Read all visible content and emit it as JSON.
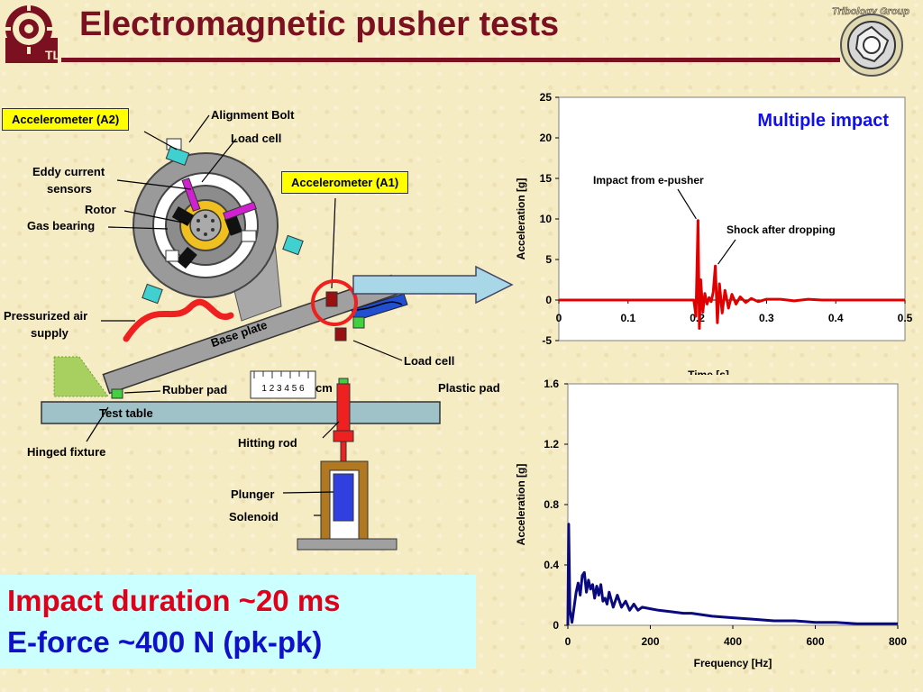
{
  "slide": {
    "title": "Electromagnetic pusher tests",
    "summary_impact": "Impact duration  ~20 ms",
    "summary_force": "E-force ~400 N (pk-pk)",
    "group_logo_text": "Tribology Group"
  },
  "diagram": {
    "labels": {
      "accel_a2": "Accelerometer (A2)",
      "accel_a1": "Accelerometer (A1)",
      "alignment_bolt": "Alignment Bolt",
      "load_cell_top": "Load cell",
      "eddy_current": "Eddy current",
      "sensors": "sensors",
      "rotor": "Rotor",
      "gas_bearing": "Gas bearing",
      "pressurized_air": "Pressurized air",
      "supply": "supply",
      "base_plate": "Base plate",
      "load_cell_bottom": "Load cell",
      "plastic_pad": "Plastic pad",
      "rubber_pad": "Rubber pad",
      "test_table": "Test table",
      "hinged_fixture": "Hinged fixture",
      "hitting_rod": "Hitting rod",
      "plunger": "Plunger",
      "solenoid": "Solenoid",
      "ruler_digits": "1 2 3 4 5 6",
      "ruler_unit": "cm"
    }
  },
  "colors": {
    "title": "#7b1020",
    "impact_text": "#e0001a",
    "force_text": "#1010c8",
    "chart_top_line": "#e00000",
    "chart_bottom_line": "#0a0a80",
    "annotation_blue": "#1010ee"
  },
  "chart_data": [
    {
      "type": "line",
      "title": "",
      "annotation_title": "Multiple impact",
      "xlabel": "Time [s]",
      "ylabel": "Acceleration [g]",
      "xlim": [
        0,
        0.5
      ],
      "ylim": [
        -5,
        25
      ],
      "x_ticks": [
        "0",
        "0.1",
        "0.2",
        "0.3",
        "0.4",
        "0.5"
      ],
      "y_ticks": [
        "-5",
        "0",
        "5",
        "10",
        "15",
        "20",
        "25"
      ],
      "annotations": [
        "Impact from e-pusher",
        "Shock after dropping"
      ],
      "series": [
        {
          "x": [
            0,
            0.195,
            0.198,
            0.201,
            0.203,
            0.205,
            0.208,
            0.211,
            0.214,
            0.217,
            0.22,
            0.223,
            0.226,
            0.229,
            0.232,
            0.236,
            0.24,
            0.245,
            0.25,
            0.256,
            0.262,
            0.27,
            0.278,
            0.288,
            0.3,
            0.32,
            0.34,
            0.36,
            0.38,
            0.4,
            0.45,
            0.5
          ],
          "y": [
            0,
            0,
            -2,
            9.8,
            -3.5,
            2.5,
            -1.5,
            0.8,
            -0.5,
            0.3,
            -0.2,
            1.0,
            4.2,
            -2.8,
            2.0,
            -1.6,
            1.2,
            -1.0,
            0.7,
            -0.5,
            0.4,
            -0.3,
            0.2,
            -0.2,
            0.1,
            0.1,
            -0.1,
            0.1,
            0,
            0,
            0,
            0
          ]
        }
      ]
    },
    {
      "type": "line",
      "title": "",
      "xlabel": "Frequency [Hz]",
      "ylabel": "Acceleration [g]",
      "xlim": [
        0,
        800
      ],
      "ylim": [
        0,
        1.6
      ],
      "x_ticks": [
        "0",
        "200",
        "400",
        "600",
        "800"
      ],
      "y_ticks": [
        "0",
        "0.4",
        "0.8",
        "1.2",
        "1.6"
      ],
      "series": [
        {
          "x": [
            0,
            2,
            5,
            10,
            15,
            20,
            25,
            30,
            35,
            40,
            45,
            50,
            55,
            60,
            65,
            70,
            75,
            80,
            85,
            90,
            95,
            100,
            110,
            120,
            130,
            140,
            150,
            160,
            170,
            180,
            200,
            220,
            250,
            280,
            300,
            350,
            400,
            450,
            500,
            550,
            600,
            650,
            700,
            750,
            800
          ],
          "y": [
            0,
            0.67,
            0.1,
            0.02,
            0.12,
            0.22,
            0.28,
            0.2,
            0.33,
            0.35,
            0.22,
            0.3,
            0.24,
            0.27,
            0.18,
            0.26,
            0.2,
            0.27,
            0.16,
            0.18,
            0.14,
            0.22,
            0.12,
            0.2,
            0.12,
            0.16,
            0.1,
            0.14,
            0.1,
            0.12,
            0.11,
            0.1,
            0.09,
            0.08,
            0.08,
            0.06,
            0.05,
            0.04,
            0.03,
            0.03,
            0.02,
            0.02,
            0.01,
            0.01,
            0.01
          ]
        }
      ]
    }
  ]
}
